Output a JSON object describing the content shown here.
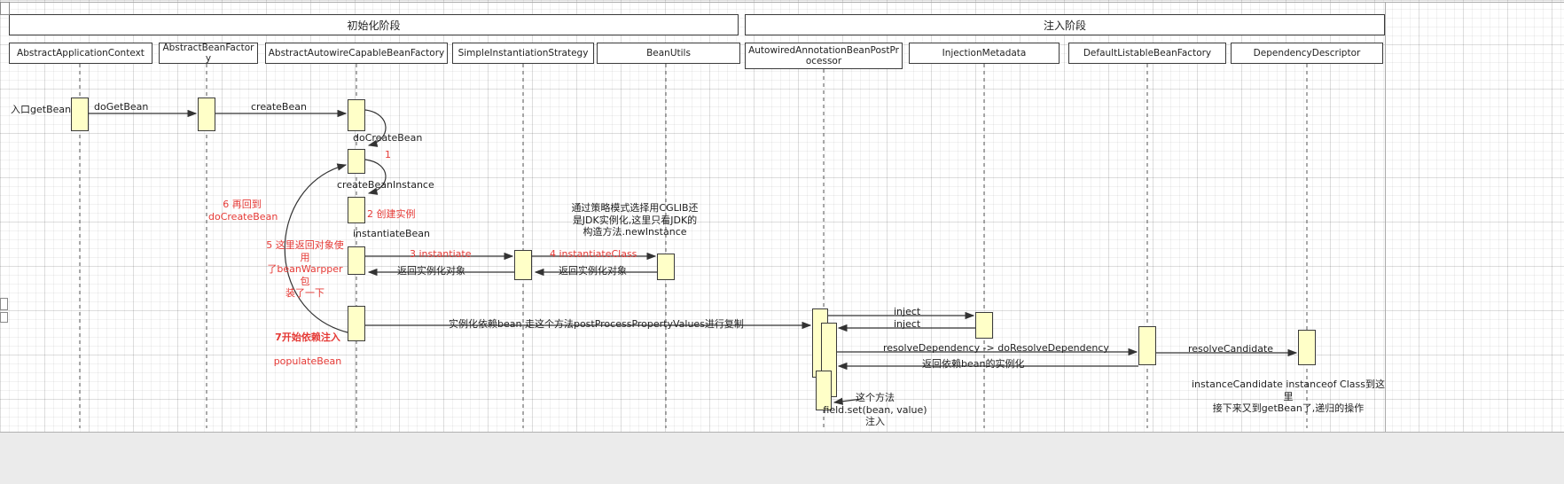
{
  "colors": {
    "activation_fill": "#ffffc8",
    "annotation_red": "#e53935",
    "shape_border": "#3b3b3b",
    "canvas_background": "#ffffff"
  },
  "phases": {
    "init": "初始化阶段",
    "inject": "注入阶段"
  },
  "participants": [
    "AbstractApplicationContext",
    "AbstractBeanFactory",
    "AbstractAutowireCapableBeanFactory",
    "SimpleInstantiationStrategy",
    "BeanUtils",
    "AutowiredAnnotationBeanPostProcessor",
    "InjectionMetadata",
    "DefaultListableBeanFactory",
    "DependencyDescriptor"
  ],
  "labels": {
    "entry": "入口getBean",
    "do_get_bean": "doGetBean",
    "create_bean": "createBean",
    "do_create_bean": "doCreateBean",
    "step1": "1",
    "create_bean_instance": "createBeanInstance",
    "step2": "2 创建实例",
    "instantiate_bean": "instantiateBean",
    "step3": "3 instantiate",
    "step4": "4 instantiateClass",
    "return_instance_right": "返回实例化对象",
    "return_instance_left": "返回实例化对象",
    "step5": "5 这里返回对象使用\n了beanWarpper包\n装了一下",
    "step6": "6 再回到\ndoCreateBean",
    "step7_title": "7开始依赖注入",
    "step7_sub": "populateBean",
    "populate_msg": "实例化依赖bean 走这个方法postProcessPropertyValues进行复制",
    "inject_call": "inject",
    "inject_return": "inject",
    "resolve_dependency": "resolveDependency -> doResolveDependency",
    "resolve_candidate": "resolveCandidate",
    "return_dependency": "返回依赖bean的实例化",
    "note_strategy": "通过策略模式选择用CGLIB还\n是JDK实例化,这里只看JDK的\n构造方法.newInstance",
    "note_recursive": "instanceCandidate instanceof Class到这里\n接下来又到getBean了,递归的操作",
    "note_field_set": "这个方法\nfield.set(bean, value)\n注入"
  }
}
